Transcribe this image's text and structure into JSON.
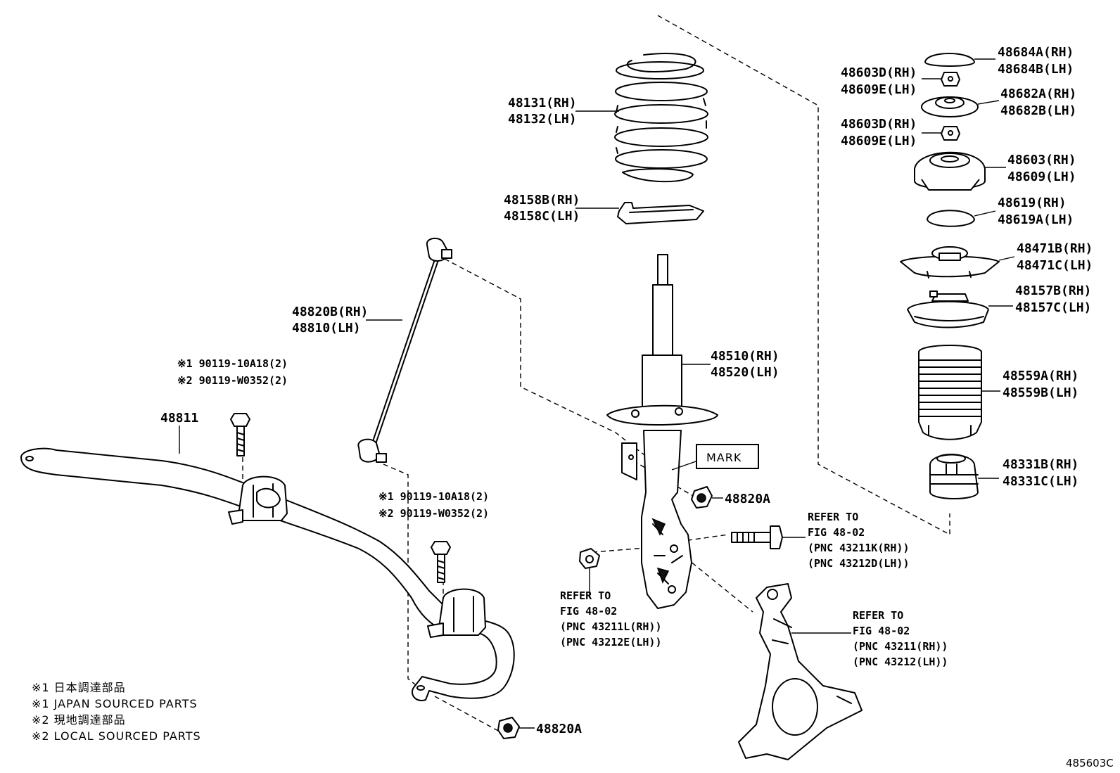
{
  "labels": {
    "coil_spring": [
      "48131(RH)",
      "48132(LH)"
    ],
    "spring_insulator": [
      "48158B(RH)",
      "48158C(LH)"
    ],
    "stabilizer_link": [
      "48820B(RH)",
      "48810(LH)"
    ],
    "bolt_upper": [
      "※1 90119-10A18(2)",
      "※2 90119-W0352(2)"
    ],
    "stabilizer_bar": [
      "48811"
    ],
    "bolt_lower": [
      "※1 90119-10A18(2)",
      "※2 90119-W0352(2)"
    ],
    "shock_absorber": [
      "48510(RH)",
      "48520(LH)"
    ],
    "mark": "MARK",
    "nut_strut": [
      "48820A"
    ],
    "nut_bar": [
      "48820A"
    ],
    "refer_bolt": [
      "REFER TO",
      "FIG 48-02",
      "(PNC 43211K(RH))",
      "(PNC 43212D(LH))"
    ],
    "refer_nut": [
      "REFER TO",
      "FIG 48-02",
      "(PNC 43211L(RH))",
      "(PNC 43212E(LH))"
    ],
    "refer_knuckle": [
      "REFER TO",
      "FIG 48-02",
      "(PNC 43211(RH))",
      "(PNC 43212(LH))"
    ],
    "cap": [
      "48684A(RH)",
      "48684B(LH)"
    ],
    "nut_top1": [
      "48603D(RH)",
      "48609E(LH)"
    ],
    "retainer": [
      "48682A(RH)",
      "48682B(LH)"
    ],
    "nut_top2": [
      "48603D(RH)",
      "48609E(LH)"
    ],
    "support": [
      "48603(RH)",
      "48609(LH)"
    ],
    "bearing": [
      "48619(RH)",
      "48619A(LH)"
    ],
    "seat_upper": [
      "48471B(RH)",
      "48471C(LH)"
    ],
    "insulator_upper": [
      "48157B(RH)",
      "48157C(LH)"
    ],
    "boot": [
      "48559A(RH)",
      "48559B(LH)"
    ],
    "bumper": [
      "48331B(RH)",
      "48331C(LH)"
    ]
  },
  "notes": [
    "※1 日本調達部品",
    "※1 JAPAN SOURCED PARTS",
    "※2 現地調達部品",
    "※2 LOCAL SOURCED PARTS"
  ],
  "figure_code": "485603C"
}
